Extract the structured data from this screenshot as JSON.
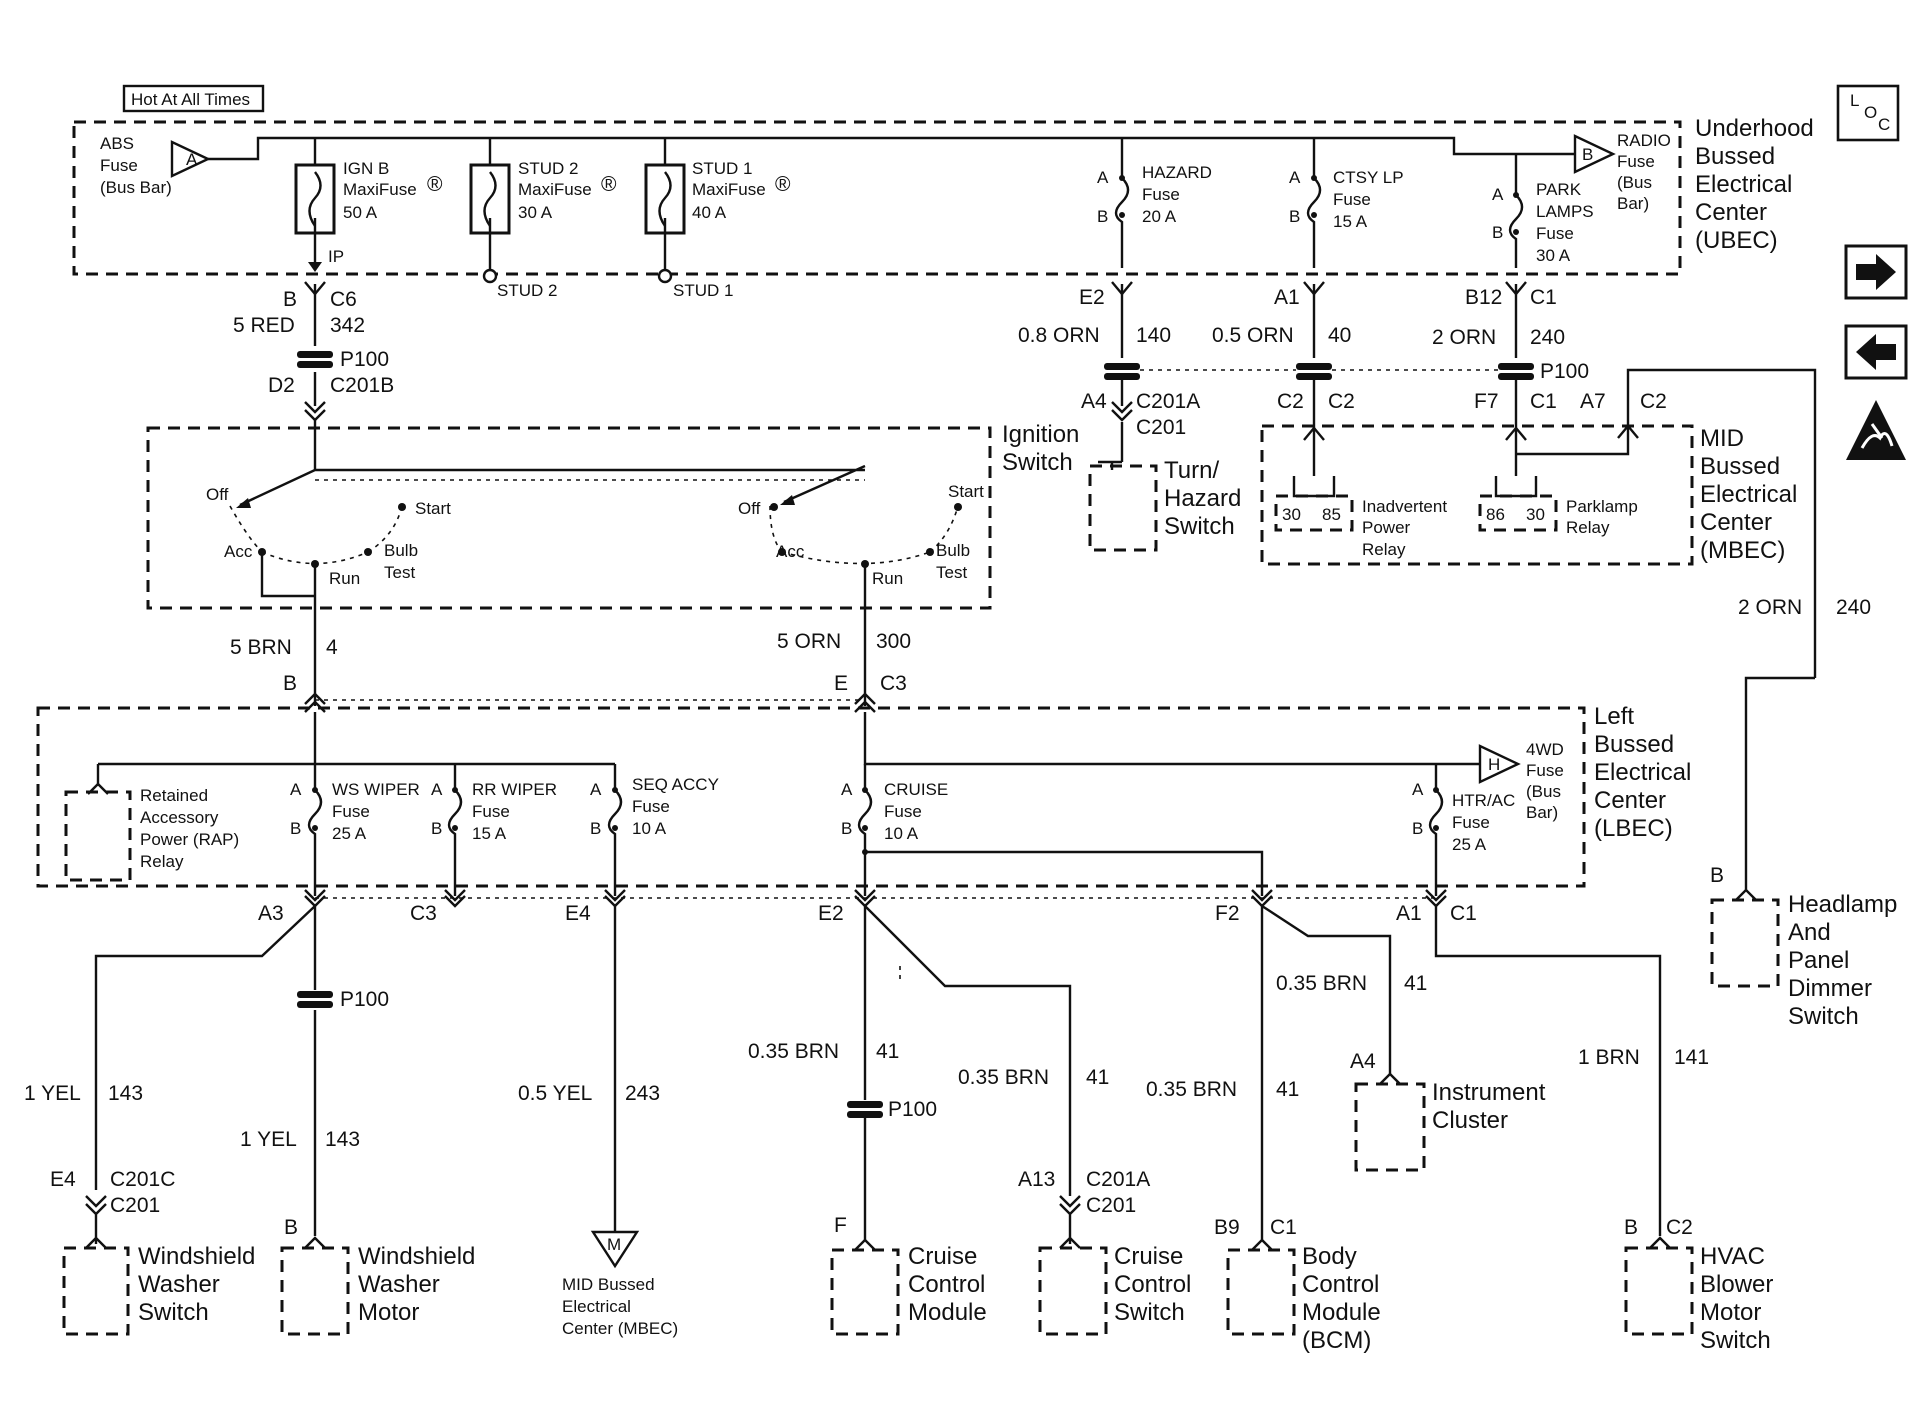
{
  "ubec": {
    "hot_label": "Hot At All Times",
    "title": [
      "Underhood",
      "Bussed",
      "Electrical",
      "Center",
      "(UBEC)"
    ],
    "abs": {
      "marker": "A",
      "label": [
        "ABS",
        "Fuse",
        "(Bus Bar)"
      ]
    },
    "radio": {
      "marker": "B",
      "label": [
        "RADIO",
        "Fuse",
        "(Bus",
        "Bar)"
      ]
    },
    "maxi_symbol": "®",
    "fuses": [
      {
        "name": "IGN B",
        "type": "MaxiFuse",
        "rating": "50 A",
        "terminal": "IP"
      },
      {
        "name": "STUD 2",
        "type": "MaxiFuse",
        "rating": "30 A",
        "terminal": "STUD 2"
      },
      {
        "name": "STUD 1",
        "type": "MaxiFuse",
        "rating": "40 A",
        "terminal": "STUD 1"
      },
      {
        "name": "HAZARD",
        "type": "Fuse",
        "rating": "20 A",
        "a": "A",
        "b": "B"
      },
      {
        "name": "CTSY LP",
        "type": "Fuse",
        "rating": "15 A",
        "a": "A",
        "b": "B"
      },
      {
        "name": "PARK LAMPS",
        "name2": "LAMPS",
        "name1": "PARK",
        "type": "Fuse",
        "rating": "30 A",
        "a": "A",
        "b": "B"
      }
    ]
  },
  "ign_circuit": {
    "pin": "B",
    "conn": "C6",
    "wire": "5 RED",
    "circuit": "342",
    "p100": "P100",
    "pin2": "D2",
    "conn2": "C201B"
  },
  "hazard_circuit": {
    "pin": "E2",
    "wire": "0.8 ORN",
    "circuit": "140",
    "pin2": "A4",
    "conn2a": "C201A",
    "conn2b": "C201"
  },
  "ctsy_circuit": {
    "pin": "A1",
    "wire": "0.5 ORN",
    "circuit": "40",
    "pin2": "C2",
    "conn2": "C2"
  },
  "park_circuit": {
    "pin": "B12",
    "conn": "C1",
    "wire": "2 ORN",
    "circuit": "240",
    "p100": "P100",
    "pin2": "F7",
    "conn2": "C1",
    "pin3": "A7",
    "conn3": "C2"
  },
  "turn_hazard": [
    "Turn/",
    "Hazard",
    "Switch"
  ],
  "mbec": {
    "title": [
      "MID",
      "Bussed",
      "Electrical",
      "Center",
      "(MBEC)"
    ],
    "relay1": {
      "pins": [
        "30",
        "85"
      ],
      "label": [
        "Inadvertent",
        "Power",
        "Relay"
      ]
    },
    "relay2": {
      "pins": [
        "86",
        "30"
      ],
      "label": [
        "Parklamp",
        "Relay"
      ]
    }
  },
  "ignition_switch": {
    "title": [
      "Ignition",
      "Switch"
    ],
    "positions": [
      "Off",
      "Start",
      "Acc",
      "Run",
      "Bulb",
      "Test"
    ]
  },
  "switch_out_left": {
    "wire": "5 BRN",
    "circuit": "4",
    "pin": "B"
  },
  "switch_out_right": {
    "wire": "5 ORN",
    "circuit": "300",
    "pin": "E",
    "conn": "C3"
  },
  "lbec": {
    "title": [
      "Left",
      "Bussed",
      "Electrical",
      "Center",
      "(LBEC)"
    ],
    "rap": [
      "Retained",
      "Accessory",
      "Power (RAP)",
      "Relay"
    ],
    "fuses": [
      {
        "name": "WS WIPER",
        "type": "Fuse",
        "rating": "25 A"
      },
      {
        "name": "RR WIPER",
        "type": "Fuse",
        "rating": "15 A"
      },
      {
        "name": "SEQ ACCY",
        "type": "Fuse",
        "rating": "10 A"
      },
      {
        "name": "CRUISE",
        "type": "Fuse",
        "rating": "10 A"
      },
      {
        "name": "HTR/AC",
        "type": "Fuse",
        "rating": "25 A"
      }
    ],
    "fourwd": {
      "marker": "H",
      "label": [
        "4WD",
        "Fuse",
        "(Bus",
        "Bar)"
      ]
    },
    "ab": [
      "A",
      "B"
    ]
  },
  "outputs": {
    "a3": "A3",
    "c3": "C3",
    "e4": "E4",
    "e2": "E2",
    "f2": "F2",
    "a1": "A1",
    "c1": "C1"
  },
  "right_wire": {
    "wire": "2 ORN",
    "circuit": "240",
    "pin": "B"
  },
  "headlamp": [
    "Headlamp",
    "And",
    "Panel",
    "Dimmer",
    "Switch"
  ],
  "wires": {
    "yel1": {
      "wire": "1 YEL",
      "circuit": "143"
    },
    "yel2": {
      "wire": "1 YEL",
      "circuit": "143"
    },
    "yel05": {
      "wire": "0.5 YEL",
      "circuit": "243"
    },
    "brn_a": {
      "wire": "0.35 BRN",
      "circuit": "41"
    },
    "brn_b": {
      "wire": "0.35 BRN",
      "circuit": "41"
    },
    "brn_c": {
      "wire": "0.35 BRN",
      "circuit": "41"
    },
    "brn_d": {
      "wire": "0.35 BRN",
      "circuit": "41"
    },
    "brn1": {
      "wire": "1 BRN",
      "circuit": "141"
    },
    "p100": "P100"
  },
  "components": {
    "ws_washer_switch": {
      "pin": "E4",
      "conn_a": "C201C",
      "conn_b": "C201",
      "label": [
        "Windshield",
        "Washer",
        "Switch"
      ]
    },
    "ws_washer_motor": {
      "pin": "B",
      "label": [
        "Windshield",
        "Washer",
        "Motor"
      ]
    },
    "mbec_ground": {
      "marker": "M",
      "label": [
        "MID Bussed",
        "Electrical",
        "Center (MBEC)"
      ]
    },
    "cruise_module": {
      "pin": "F",
      "label": [
        "Cruise",
        "Control",
        "Module"
      ]
    },
    "cruise_switch": {
      "pin": "A13",
      "conn_a": "C201A",
      "conn_b": "C201",
      "label": [
        "Cruise",
        "Control",
        "Switch"
      ]
    },
    "bcm": {
      "pin": "B9",
      "conn": "C1",
      "label": [
        "Body",
        "Control",
        "Module",
        "(BCM)"
      ]
    },
    "cluster": {
      "pin": "A4",
      "label": [
        "Instrument",
        "Cluster"
      ]
    },
    "hvac": {
      "pin": "B",
      "conn": "C2",
      "label": [
        "HVAC",
        "Blower",
        "Motor",
        "Switch"
      ]
    }
  },
  "nav": {
    "loc": [
      "L",
      "O",
      "C"
    ],
    "next_icon": "arrow-right-icon",
    "prev_icon": "arrow-left-icon",
    "esd_icon": "esd-warning-icon"
  }
}
